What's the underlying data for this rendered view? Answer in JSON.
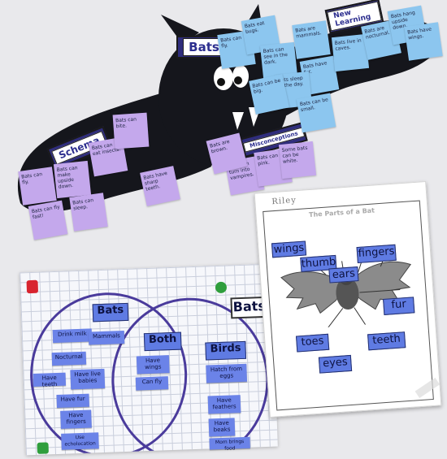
{
  "bat_poster": {
    "title": "Bats",
    "schema_heading": "Schema",
    "new_learning_heading": "New Learning",
    "misconceptions_heading": "Misconceptions",
    "schema_notes": [
      "Bats can fly.",
      "Bats can make upside down.",
      "Bats can eat insects.",
      "Bats can bite.",
      "Bats can fly fast!",
      "Bats can sleep.",
      "Bats have sharp teeth."
    ],
    "misconception_notes": [
      "Bats can turn into vampires.",
      "Bats can be pink.",
      "Some bats can be white.",
      "Bats are brown."
    ],
    "new_learning_notes": [
      "Bats can fly.",
      "Bats eat bugs.",
      "Bats can see in the dark.",
      "Bats are mammals.",
      "Bats have fur.",
      "Bats live in caves.",
      "Bats are nocturnal.",
      "Bats hang upside down.",
      "Bats have wings.",
      "Bats sleep in the day.",
      "Bats can be big.",
      "Bats can be small."
    ]
  },
  "venn": {
    "title_left": "Bats",
    "title_right": "Bats",
    "both_label": "Both",
    "birds_label": "Birds",
    "bats_items": [
      "Drink milk",
      "Mammals",
      "Nocturnal",
      "Have teeth",
      "Have live babies",
      "Have fur",
      "Have fingers",
      "Use echolocation"
    ],
    "both_items": [
      "Have wings",
      "Can fly"
    ],
    "birds_items": [
      "Hatch from eggs",
      "Have feathers",
      "Have beaks",
      "Mom brings food"
    ]
  },
  "diagram": {
    "name_label": "Riley",
    "title": "The Parts of a Bat",
    "labels": [
      "wings",
      "thumb",
      "ears",
      "fingers",
      "fur",
      "toes",
      "teeth",
      "eyes"
    ]
  },
  "colors": {
    "bat_black": "#15161c",
    "purple_note": "#c4a8ec",
    "blue_note": "#8cc6ef",
    "card_blue": "#6b83e8",
    "sign_navy": "#2f2d7c"
  }
}
